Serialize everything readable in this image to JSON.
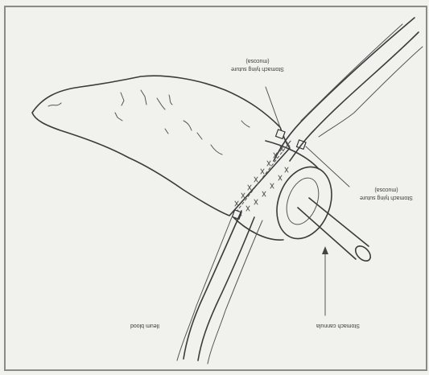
{
  "figure": {
    "labels": {
      "stomach_top": "Stomach tying suture",
      "stomach_top_sub": "(mucosa)",
      "stomach_right": "Stomach tying suture",
      "stomach_right_sub": "(mucosa)",
      "bottom_left": "Ileum blood",
      "bottom_right": "Stomach cannula"
    }
  }
}
